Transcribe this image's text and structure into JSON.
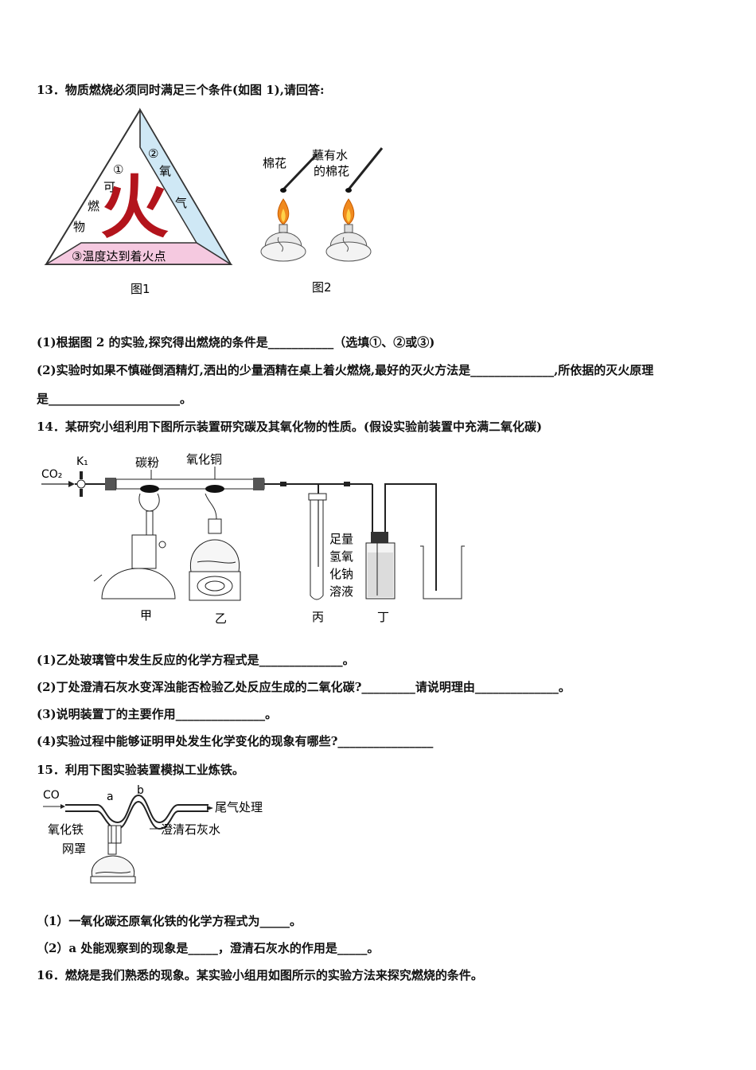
{
  "q13": {
    "stem": "13．物质燃烧必须同时满足三个条件(如图 1),请回答:",
    "fig1": {
      "label_1": "①",
      "fuel_chars": [
        "可",
        "燃",
        "物"
      ],
      "label_2": "②",
      "oxygen_chars": [
        "氧",
        "气"
      ],
      "fire_char": "火",
      "base_text": "③温度达到着火点",
      "caption": "图1"
    },
    "fig2": {
      "cotton": "棉花",
      "wet_line1": "蘸有水",
      "wet_line2": "的棉花",
      "caption": "图2"
    },
    "p1": "(1)根据图 2 的实验,探究得出燃烧的条件是___________（选填①、②或③)",
    "p2": "(2)实验时如果不慎碰倒酒精灯,洒出的少量酒精在桌上着火燃烧,最好的灭火方法是______________,所依据的灭火原理",
    "p3": "是______________________。"
  },
  "q14": {
    "stem": "14．某研究小组利用下图所示装置研究碳及其氧化物的性质。(假设实验前装置中充满二氧化碳)",
    "diagram": {
      "co2": "CO₂",
      "k1": "K₁",
      "carbon": "碳粉",
      "cuo": "氧化铜",
      "naoh": [
        "足量",
        "氢氧",
        "化钠",
        "溶液"
      ],
      "jia": "甲",
      "yi": "乙",
      "bing": "丙",
      "ding": "丁"
    },
    "p1": "(1)乙处玻璃管中发生反应的化学方程式是______________。",
    "p2": "(2)丁处澄清石灰水变浑浊能否检验乙处反应生成的二氧化碳?_________请说明理由______________。",
    "p3": "(3)说明装置丁的主要作用_______________。",
    "p4": "(4)实验过程中能够证明甲处发生化学变化的现象有哪些?________________"
  },
  "q15": {
    "stem": "15．利用下图实验装置模拟工业炼铁。",
    "diagram": {
      "co": "CO",
      "a": "a",
      "b": "b",
      "tail": "尾气处理",
      "fe2o3": "氧化铁",
      "limewater": "澄清石灰水",
      "gauze": "网罩"
    },
    "p1": "（1）一氧化碳还原氧化铁的化学方程式为_____。",
    "p2": "（2）a 处能观察到的现象是_____，澄清石灰水的作用是_____。"
  },
  "q16": {
    "stem": "16．燃烧是我们熟悉的现象。某实验小组用如图所示的实验方法来探究燃烧的条件。"
  }
}
